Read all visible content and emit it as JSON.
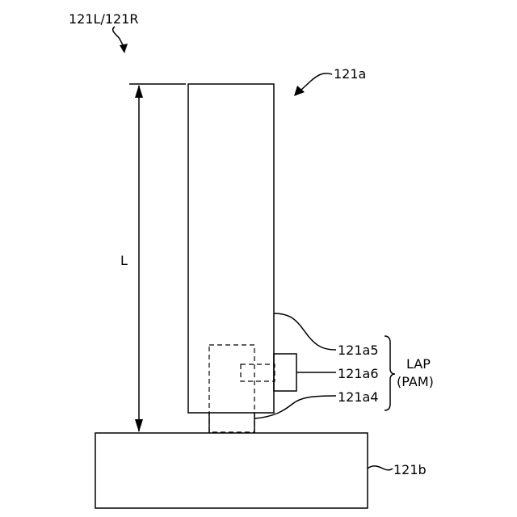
{
  "labels": {
    "assembly": "121L/121R",
    "upper_part": "121a",
    "length": "L",
    "part_a5": "121a5",
    "part_a6": "121a6",
    "part_a4": "121a4",
    "group_name": "LAP",
    "group_alt": "(PAM)",
    "base": "121b"
  }
}
